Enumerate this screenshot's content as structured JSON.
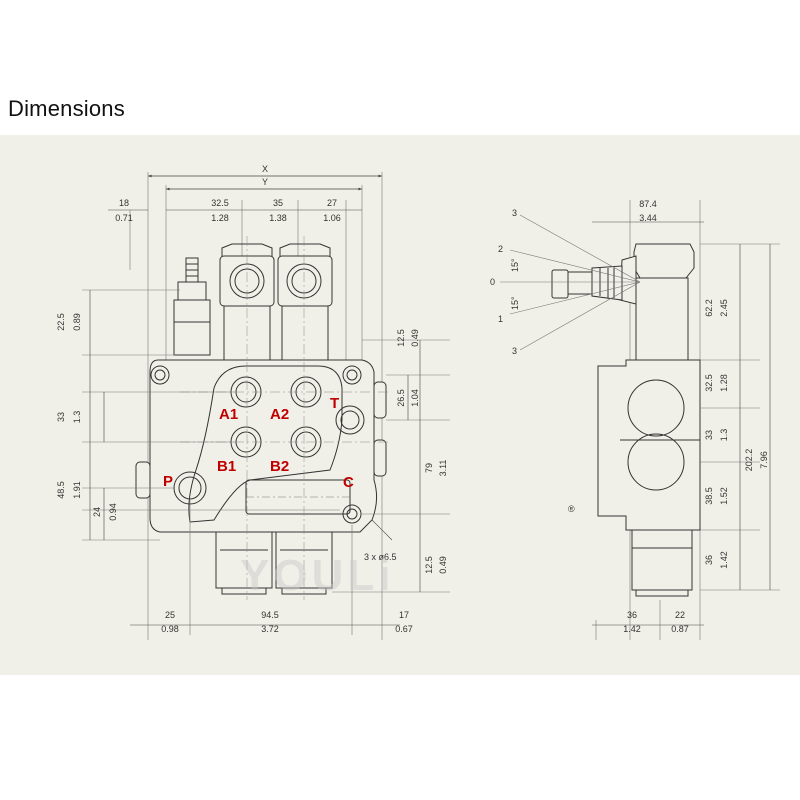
{
  "title": "Dimensions",
  "watermark": "YOULi",
  "registered_mark": "®",
  "front_view": {
    "overall": {
      "x_label": "X",
      "y_label": "Y"
    },
    "top_dims": [
      {
        "mm": "18",
        "inch": "0.71"
      },
      {
        "mm": "32.5",
        "inch": "1.28"
      },
      {
        "mm": "35",
        "inch": "1.38"
      },
      {
        "mm": "27",
        "inch": "1.06"
      }
    ],
    "left_dims": [
      {
        "mm": "22.5",
        "inch": "0.89"
      },
      {
        "mm": "33",
        "inch": "1.3"
      },
      {
        "mm": "48.5",
        "inch": "1.91"
      },
      {
        "mm": "24",
        "inch": "0.94"
      }
    ],
    "right_dims": [
      {
        "mm": "12.5",
        "inch": "0.49"
      },
      {
        "mm": "26.5",
        "inch": "1.04"
      },
      {
        "mm": "79",
        "inch": "3.11"
      },
      {
        "mm": "12.5",
        "inch": "0.49"
      }
    ],
    "bottom_dims": [
      {
        "mm": "25",
        "inch": "0.98"
      },
      {
        "mm": "94.5",
        "inch": "3.72"
      },
      {
        "mm": "17",
        "inch": "0.67"
      }
    ],
    "holes_note": "3 x ø6.5",
    "ports": {
      "a1": "A1",
      "a2": "A2",
      "t": "T",
      "b1": "B1",
      "b2": "B2",
      "p": "P",
      "c": "C"
    }
  },
  "side_view": {
    "top_dim": {
      "mm": "87.4",
      "inch": "3.44"
    },
    "angles": {
      "a3_top": "3",
      "a2": "2",
      "a15_top": "15°",
      "a0": "0",
      "a15_bot": "15°",
      "a1": "1",
      "a3_bot": "3"
    },
    "right_dims": [
      {
        "mm": "62.2",
        "inch": "2.45"
      },
      {
        "mm": "32.5",
        "inch": "1.28"
      },
      {
        "mm": "33",
        "inch": "1.3"
      },
      {
        "mm": "38.5",
        "inch": "1.52"
      },
      {
        "mm": "36",
        "inch": "1.42"
      }
    ],
    "overall_height": {
      "mm": "202.2",
      "inch": "7.96"
    },
    "bottom_dims": [
      {
        "mm": "36",
        "inch": "1.42"
      },
      {
        "mm": "22",
        "inch": "0.87"
      }
    ]
  }
}
